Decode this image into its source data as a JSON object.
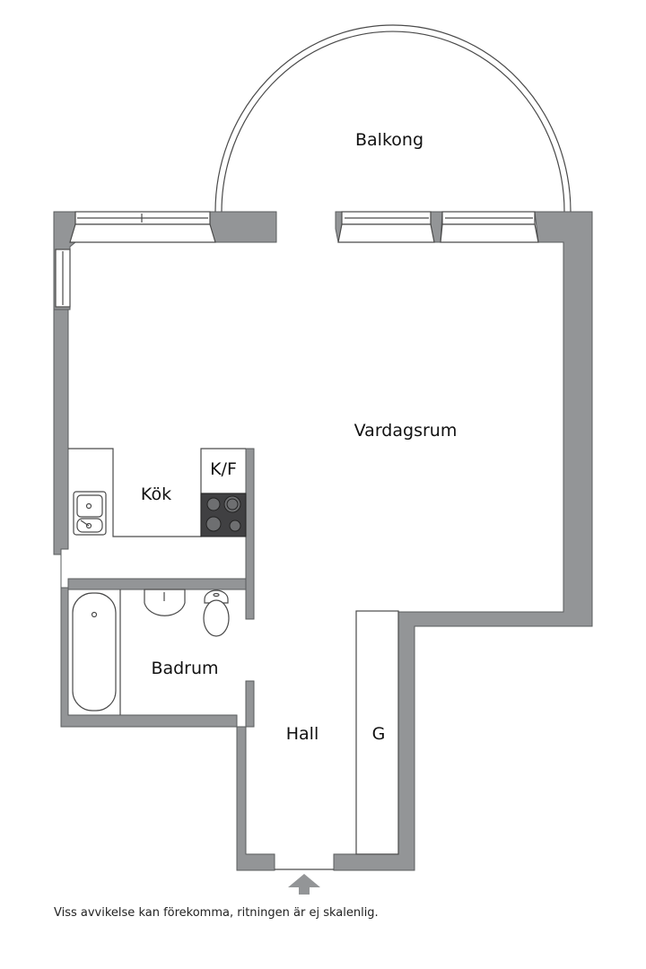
{
  "plan": {
    "rooms": {
      "balcony": "Balkong",
      "living_room": "Vardagsrum",
      "kitchen": "Kök",
      "fridge_freezer": "K/F",
      "bathroom": "Badrum",
      "hall": "Hall",
      "wardrobe": "G"
    },
    "colors": {
      "wall": "#939597",
      "wall_outline": "#5a5c5e",
      "stove": "#404042",
      "background": "#ffffff"
    }
  },
  "footer": {
    "disclaimer": "Viss avvikelse kan förekomma, ritningen är ej skalenlig."
  }
}
